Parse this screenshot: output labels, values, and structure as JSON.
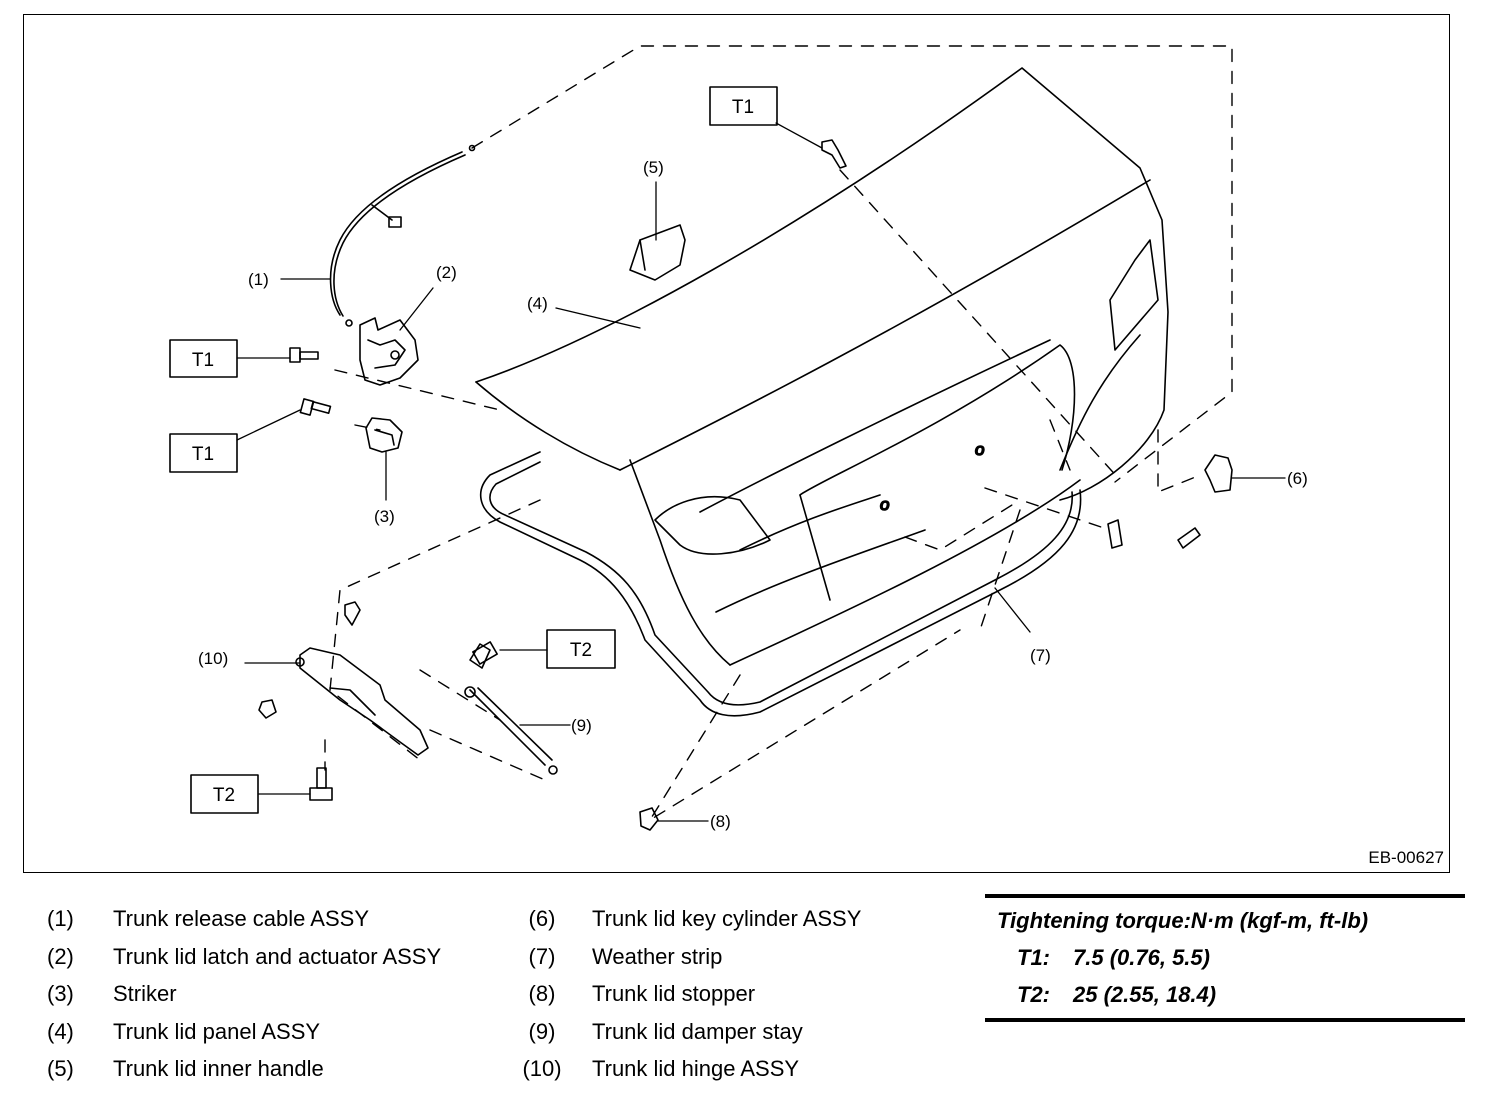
{
  "figure": {
    "code": "EB-00627",
    "callouts": {
      "c1": "(1)",
      "c2": "(2)",
      "c3": "(3)",
      "c4": "(4)",
      "c5": "(5)",
      "c6": "(6)",
      "c7": "(7)",
      "c8": "(8)",
      "c9": "(9)",
      "c10": "(10)"
    },
    "torque_boxes": {
      "top": "T1",
      "latch": "T1",
      "striker": "T1",
      "stay": "T2",
      "hinge": "T2"
    }
  },
  "legend": {
    "items": [
      {
        "num": "(1)",
        "label": "Trunk release cable ASSY"
      },
      {
        "num": "(2)",
        "label": "Trunk lid latch and actuator ASSY"
      },
      {
        "num": "(3)",
        "label": "Striker"
      },
      {
        "num": "(4)",
        "label": "Trunk lid panel ASSY"
      },
      {
        "num": "(5)",
        "label": "Trunk lid inner handle"
      },
      {
        "num": "(6)",
        "label": "Trunk lid key cylinder ASSY"
      },
      {
        "num": "(7)",
        "label": "Weather strip"
      },
      {
        "num": "(8)",
        "label": "Trunk lid stopper"
      },
      {
        "num": "(9)",
        "label": "Trunk lid damper stay"
      },
      {
        "num": "(10)",
        "label": "Trunk lid hinge ASSY"
      }
    ]
  },
  "torque": {
    "title": "Tightening torque:N·m (kgf-m, ft-lb)",
    "rows": [
      {
        "code": "T1:",
        "value": "7.5 (0.76, 5.5)"
      },
      {
        "code": "T2:",
        "value": "25 (2.55, 18.4)"
      }
    ]
  }
}
